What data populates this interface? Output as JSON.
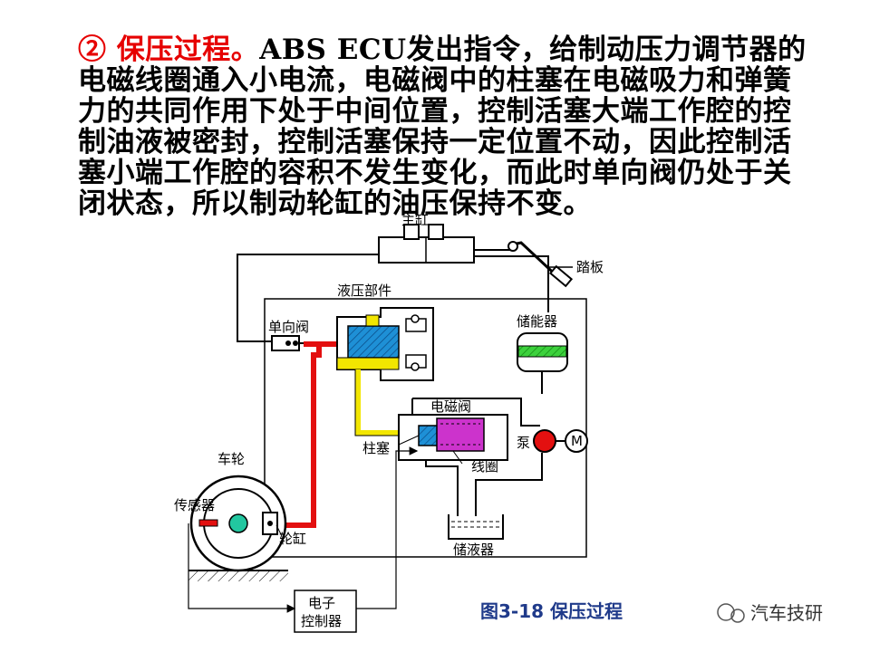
{
  "heading": {
    "lead": "② 保压过程。",
    "body": "ABS ECU发出指令，给制动压力调节器的电磁线圈通入小电流，电磁阀中的柱塞在电磁吸力和弹簧力的共同作用下处于中间位置，控制活塞大端工作腔的控制油液被密封，控制活塞保持一定位置不动，因此控制活塞小端工作腔的容积不发生变化，而此时单向阀仍处于关闭状态，所以制动轮缸的油压保持不变。"
  },
  "diagram": {
    "labels": {
      "master_cylinder": "主缸",
      "pedal": "踏板",
      "hydraulic_unit": "液压部件",
      "check_valve": "单向阀",
      "accumulator": "储能器",
      "solenoid_valve": "电磁阀",
      "plunger": "柱塞",
      "coil": "线圈",
      "pump": "泵",
      "motor": "M",
      "wheel": "车轮",
      "sensor": "传感器",
      "wheel_cylinder": "轮缸",
      "reservoir": "储液器",
      "ecu_line1": "电子",
      "ecu_line2": "控制器"
    },
    "caption": "图3-18  保压过程",
    "colors": {
      "brake_line": "#e31010",
      "control_fluid": "#f2e600",
      "piston": "#1e90d6",
      "accumulator_fill": "#3cd13c",
      "coil": "#cc33cc",
      "pump": "#e31010"
    }
  },
  "watermark": "汽车技研"
}
